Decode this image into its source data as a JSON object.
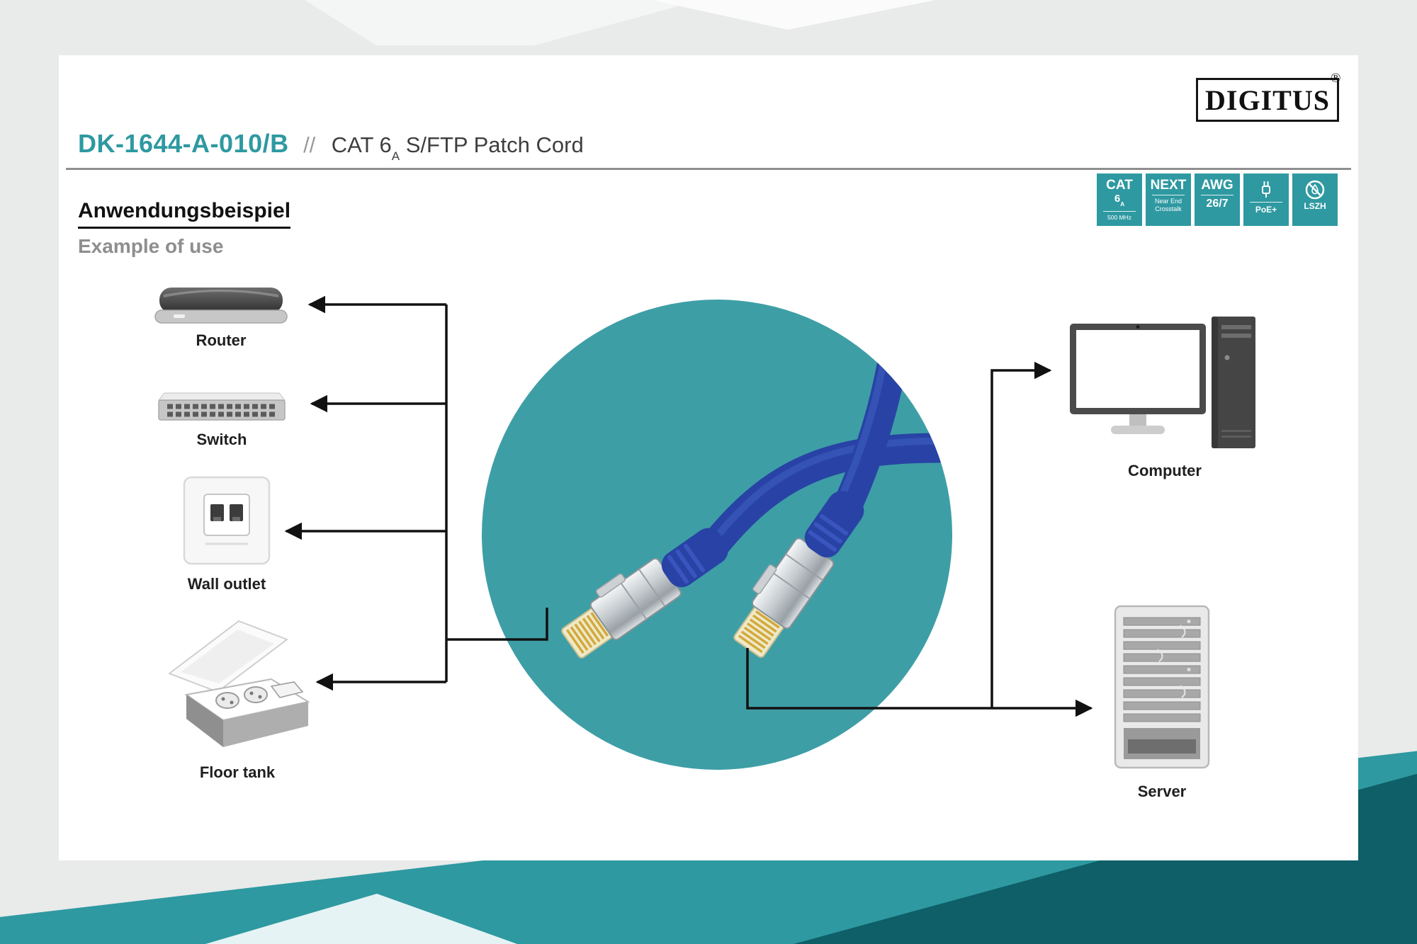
{
  "header": {
    "model": "DK-1644-A-010/B",
    "separator": "//",
    "product_prefix": "CAT 6",
    "product_subscript": "A",
    "product_suffix": " S/FTP Patch Cord"
  },
  "logo": {
    "text": "DIGITUS",
    "registered": "®"
  },
  "section": {
    "heading_de": "Anwendungsbeispiel",
    "heading_en": "Example of use"
  },
  "badges": {
    "cat6a": {
      "line1": "CAT",
      "line2_num": "6",
      "line2_sub": "A",
      "line3": "500 MHz"
    },
    "next": {
      "line1": "NEXT",
      "line2": "Near End",
      "line3": "Crosstalk"
    },
    "awg": {
      "line1": "AWG",
      "line2": "26/7"
    },
    "poe": {
      "label": "PoE+"
    },
    "lszh": {
      "label": "LSZH"
    }
  },
  "diagram": {
    "devices": [
      {
        "id": "router",
        "label": "Router"
      },
      {
        "id": "switch",
        "label": "Switch"
      },
      {
        "id": "wall-outlet",
        "label": "Wall outlet"
      },
      {
        "id": "floor-tank",
        "label": "Floor tank"
      },
      {
        "id": "computer",
        "label": "Computer"
      },
      {
        "id": "server",
        "label": "Server"
      }
    ]
  },
  "colors": {
    "accent-teal": "#2E99A1",
    "circle-teal": "#3E9EA6",
    "dark-teal": "#0E5F68",
    "cable-blue": "#2843A5",
    "pin-gold": "#D2A93C",
    "text-dark": "#1F1F1F",
    "text-gray": "#8E8E8E",
    "line-black": "#111111"
  }
}
